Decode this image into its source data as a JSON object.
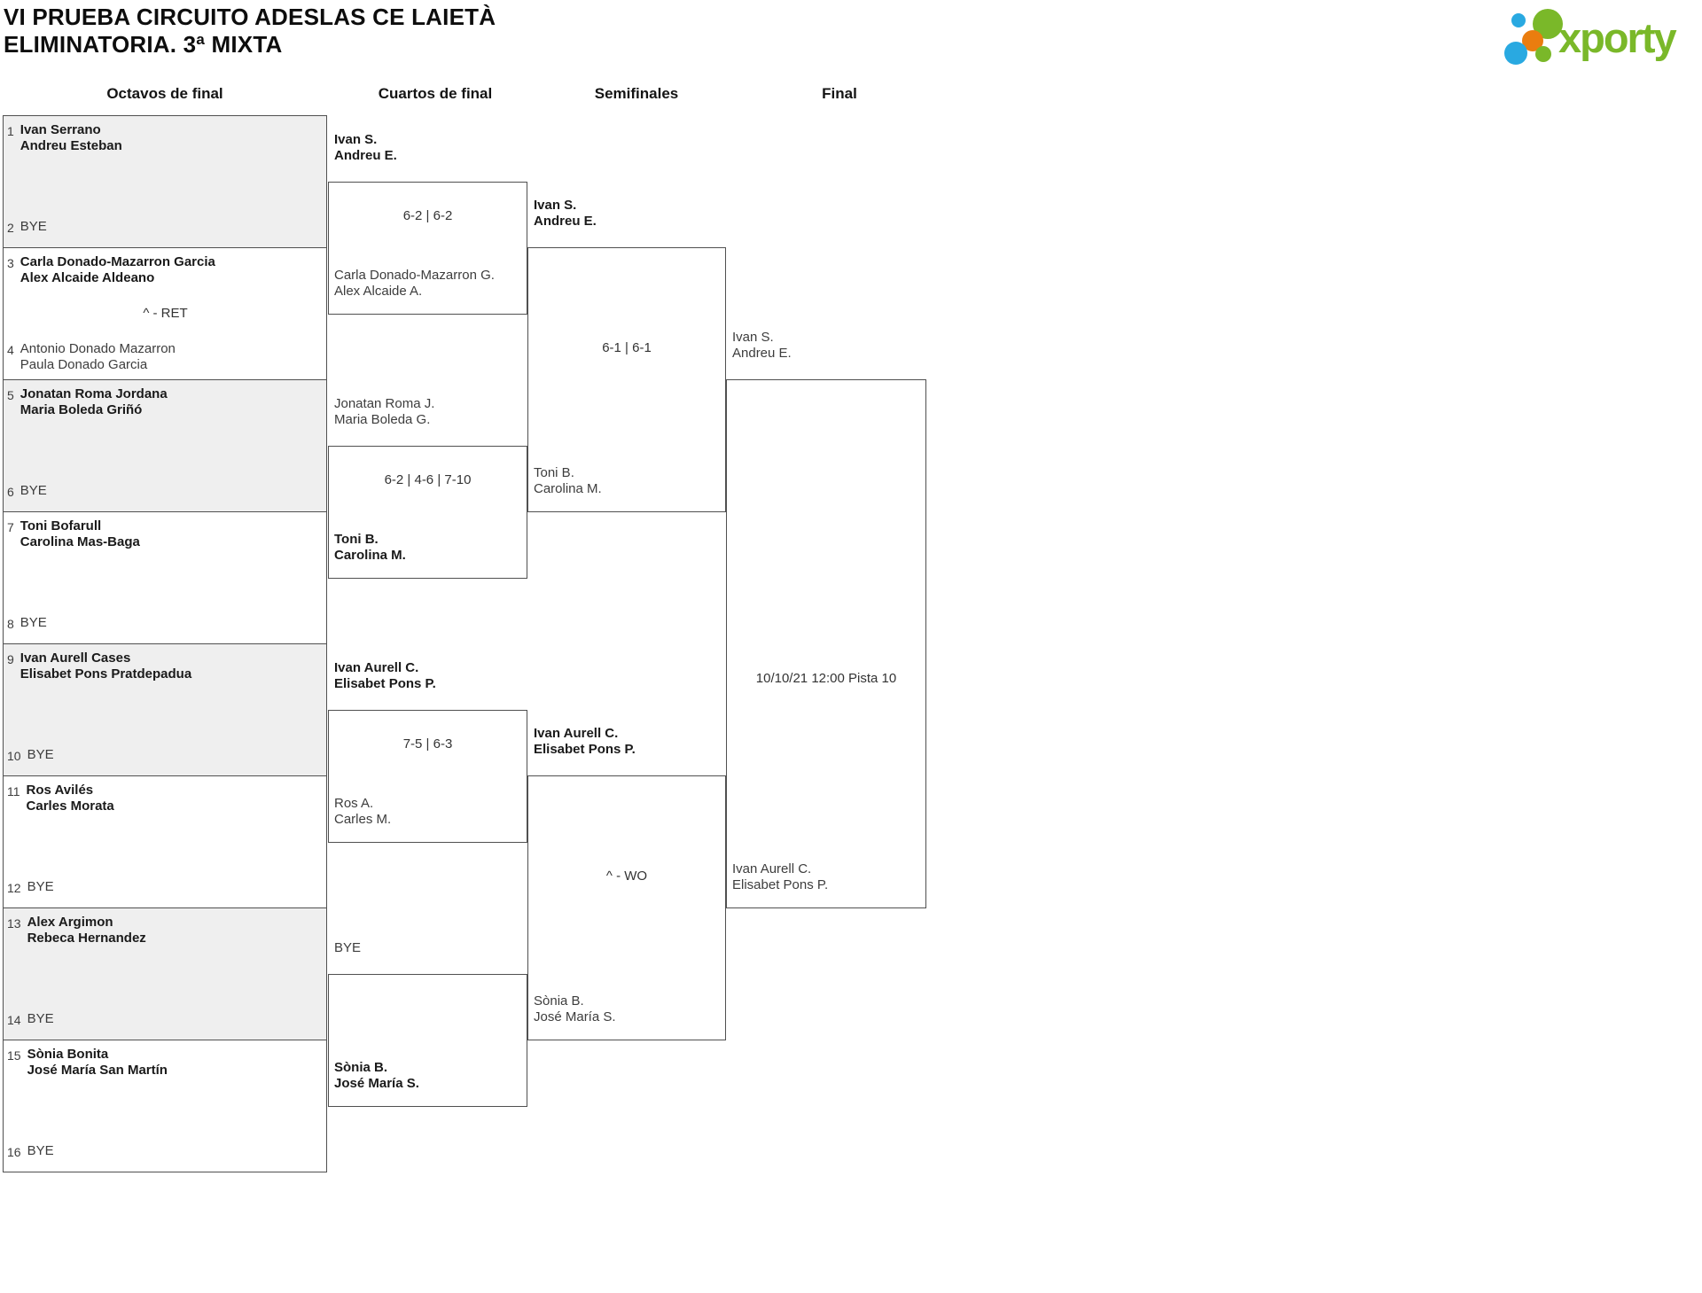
{
  "title": {
    "line1": "VI PRUEBA CIRCUITO ADESLAS CE LAIETÀ",
    "line2": "ELIMINATORIA. 3ª MIXTA"
  },
  "round_headers": [
    "Octavos de final",
    "Cuartos de final",
    "Semifinales",
    "Final"
  ],
  "logo": {
    "brand": "xporty",
    "brand_color": "#7ab829",
    "dot_blue": "#29a9e1",
    "dot_orange": "#ea7d0f",
    "dot_green": "#7ab829"
  },
  "theme": {
    "line_color": "#505050",
    "shaded_fill": "#efefef",
    "winner_text": "#1a1a1a",
    "regular_text": "#3d3d3d"
  },
  "octavos": [
    {
      "shaded": true,
      "score": "",
      "top": {
        "seed": "1",
        "bold": true,
        "lines": [
          "Ivan Serrano",
          "Andreu Esteban"
        ]
      },
      "bottom": {
        "seed": "2",
        "bold": false,
        "lines": [
          "BYE"
        ]
      }
    },
    {
      "shaded": false,
      "score": "^ - RET",
      "top": {
        "seed": "3",
        "bold": true,
        "lines": [
          "Carla Donado-Mazarron Garcia",
          "Alex Alcaide Aldeano"
        ]
      },
      "bottom": {
        "seed": "4",
        "bold": false,
        "lines": [
          "Antonio Donado Mazarron",
          "Paula Donado Garcia"
        ]
      }
    },
    {
      "shaded": true,
      "score": "",
      "top": {
        "seed": "5",
        "bold": true,
        "lines": [
          "Jonatan Roma Jordana",
          "Maria Boleda Griñó"
        ]
      },
      "bottom": {
        "seed": "6",
        "bold": false,
        "lines": [
          "BYE"
        ]
      }
    },
    {
      "shaded": false,
      "score": "",
      "top": {
        "seed": "7",
        "bold": true,
        "lines": [
          "Toni Bofarull",
          "Carolina Mas-Baga"
        ]
      },
      "bottom": {
        "seed": "8",
        "bold": false,
        "lines": [
          "BYE"
        ]
      }
    },
    {
      "shaded": true,
      "score": "",
      "top": {
        "seed": "9",
        "bold": true,
        "lines": [
          "Ivan Aurell Cases",
          "Elisabet Pons Pratdepadua"
        ]
      },
      "bottom": {
        "seed": "10",
        "bold": false,
        "lines": [
          "BYE"
        ]
      }
    },
    {
      "shaded": false,
      "score": "",
      "top": {
        "seed": "11",
        "bold": true,
        "lines": [
          "Ros Avilés",
          "Carles Morata"
        ]
      },
      "bottom": {
        "seed": "12",
        "bold": false,
        "lines": [
          "BYE"
        ]
      }
    },
    {
      "shaded": true,
      "score": "",
      "top": {
        "seed": "13",
        "bold": true,
        "lines": [
          "Alex Argimon",
          "Rebeca Hernandez"
        ]
      },
      "bottom": {
        "seed": "14",
        "bold": false,
        "lines": [
          "BYE"
        ]
      }
    },
    {
      "shaded": false,
      "score": "",
      "top": {
        "seed": "15",
        "bold": true,
        "lines": [
          "Sònia Bonita",
          "José María San Martín"
        ]
      },
      "bottom": {
        "seed": "16",
        "bold": false,
        "lines": [
          "BYE"
        ]
      }
    }
  ],
  "cuartos": [
    {
      "score": "6-2 | 6-2",
      "top": {
        "bold": true,
        "lines": [
          "Ivan S.",
          "Andreu E."
        ]
      },
      "bottom": {
        "bold": false,
        "lines": [
          "Carla Donado-Mazarron G.",
          "Alex Alcaide A."
        ]
      }
    },
    {
      "score": "6-2 | 4-6 | 7-10",
      "top": {
        "bold": false,
        "lines": [
          "Jonatan Roma J.",
          "Maria Boleda G."
        ]
      },
      "bottom": {
        "bold": true,
        "lines": [
          "Toni B.",
          "Carolina M."
        ]
      }
    },
    {
      "score": "7-5 | 6-3",
      "top": {
        "bold": true,
        "lines": [
          "Ivan Aurell C.",
          "Elisabet Pons P."
        ]
      },
      "bottom": {
        "bold": false,
        "lines": [
          "Ros A.",
          "Carles M."
        ]
      }
    },
    {
      "score": "",
      "top": {
        "bold": false,
        "lines": [
          "BYE"
        ]
      },
      "bottom": {
        "bold": true,
        "lines": [
          "Sònia B.",
          "José María S."
        ]
      }
    }
  ],
  "semifinales": [
    {
      "score": "6-1 | 6-1",
      "top": {
        "bold": true,
        "lines": [
          "Ivan S.",
          "Andreu E."
        ]
      },
      "bottom": {
        "bold": false,
        "lines": [
          "Toni B.",
          "Carolina M."
        ]
      }
    },
    {
      "score": "^ - WO",
      "top": {
        "bold": true,
        "lines": [
          "Ivan Aurell C.",
          "Elisabet Pons P."
        ]
      },
      "bottom": {
        "bold": false,
        "lines": [
          "Sònia B.",
          "José María S."
        ]
      }
    }
  ],
  "final": [
    {
      "score": "",
      "info": "10/10/21 12:00 Pista 10",
      "top": {
        "bold": false,
        "lines": [
          "Ivan S.",
          "Andreu E."
        ]
      },
      "bottom": {
        "bold": false,
        "lines": [
          "Ivan Aurell C.",
          "Elisabet Pons P."
        ]
      }
    }
  ]
}
